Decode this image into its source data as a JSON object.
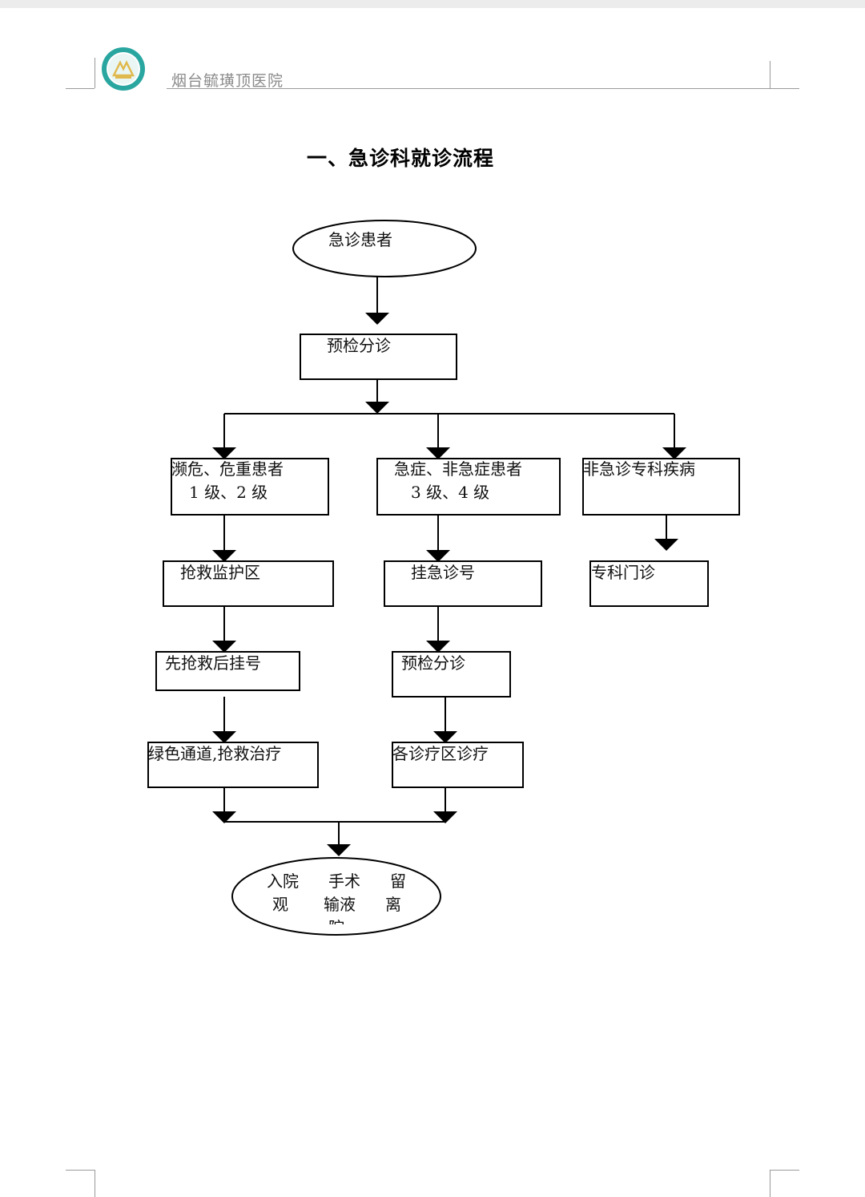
{
  "header": {
    "hospital_name": "烟台毓璜顶医院",
    "logo_icon": "hospital-seal-icon",
    "logo_colors": {
      "ring": "#2aa6a0",
      "center": "#e8c96a"
    }
  },
  "document": {
    "title": "一、急诊科就诊流程"
  },
  "flowchart": {
    "start": "急诊患者",
    "triage": "预检分诊",
    "branches": {
      "critical": {
        "title": "濒危、危重患者",
        "level": "1 级、2 级",
        "step1": "抢救监护区",
        "step2": "先抢救后挂号",
        "step3": "绿色通道,抢救治疗"
      },
      "urgent": {
        "title": "急症、非急症患者",
        "level": "3 级、4 级",
        "step1": "挂急诊号",
        "step2": "预检分诊",
        "step3": "各诊疗区诊疗"
      },
      "specialty": {
        "title": "非急诊专科疾病",
        "step1": "专科门诊"
      }
    },
    "outcomes": {
      "col1_line1": "入院",
      "col1_line2": "观",
      "col2_line1": "手术",
      "col2_line2": "输液",
      "col2_line3": "院",
      "col3_line1": "留",
      "col3_line2": "离"
    }
  }
}
